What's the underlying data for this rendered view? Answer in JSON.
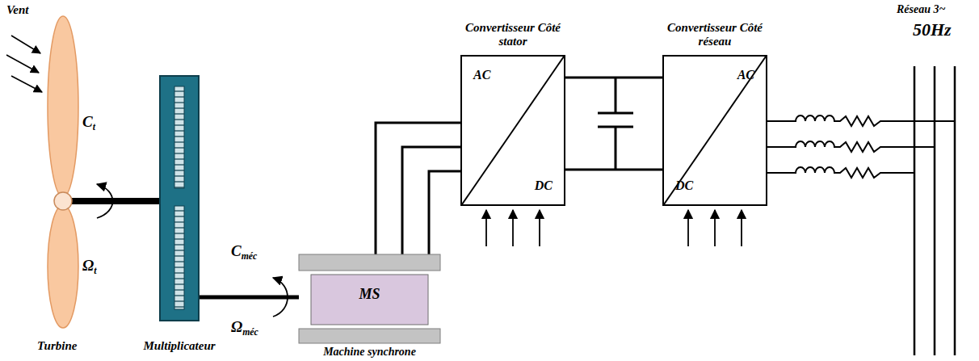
{
  "diagram": {
    "nodes": [
      {
        "text": [
          "Multiplicateur"
        ]
      },
      {
        "text": [
          "MS",
          "Machine synchrone"
        ]
      },
      {
        "text": [
          "Convertisseur Côté stator",
          "AC",
          "DC"
        ]
      },
      {
        "text": [
          "Convertisseur Côté réseau",
          "DC",
          "AC"
        ]
      }
    ],
    "edges": [
      {
        "from": 0,
        "to": 1,
        "arrow": "none"
      },
      {
        "from": 1,
        "to": 2,
        "arrow": "none"
      },
      {
        "from": 2,
        "to": 3,
        "arrow": "none"
      }
    ],
    "labels": [
      "Vent",
      "Ct",
      "Ωt",
      "Turbine",
      "Cméc",
      "Ωméc",
      "Réseau 3~",
      "50Hz"
    ]
  }
}
